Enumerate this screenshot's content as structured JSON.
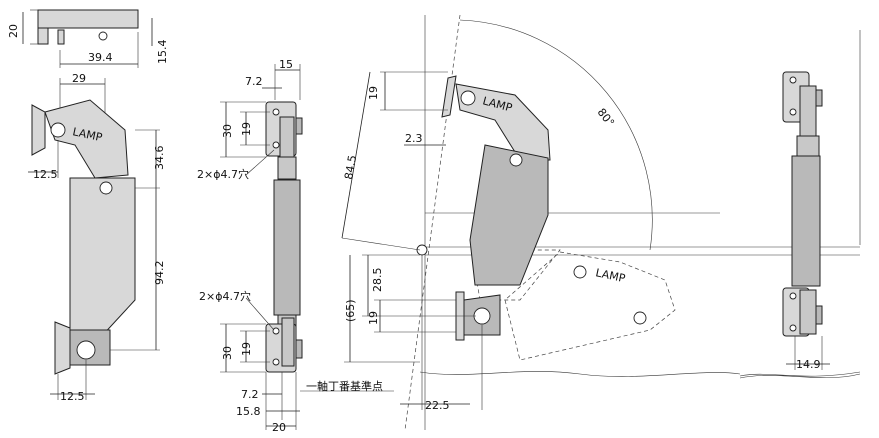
{
  "dimensions": {
    "top_view": [
      "20",
      "39.4",
      "15.4"
    ],
    "front_view": [
      "29",
      "12.5",
      "34.6",
      "94.2",
      "12.5"
    ],
    "side_view": [
      "15",
      "7.2",
      "30",
      "19",
      "30",
      "19",
      "7.2",
      "15.8",
      "20"
    ],
    "hole_note": "2×ϕ4.7穴",
    "install_view": [
      "19",
      "2.3",
      "84.5",
      "80°",
      "28.5",
      "(65)",
      "19",
      "22.5"
    ],
    "pivot_note": "一軸丁番基準点",
    "right_view": [
      "14.9"
    ]
  },
  "brand": "LAMP",
  "colors": {
    "part": "#d8d8d8",
    "line": "#222222"
  }
}
